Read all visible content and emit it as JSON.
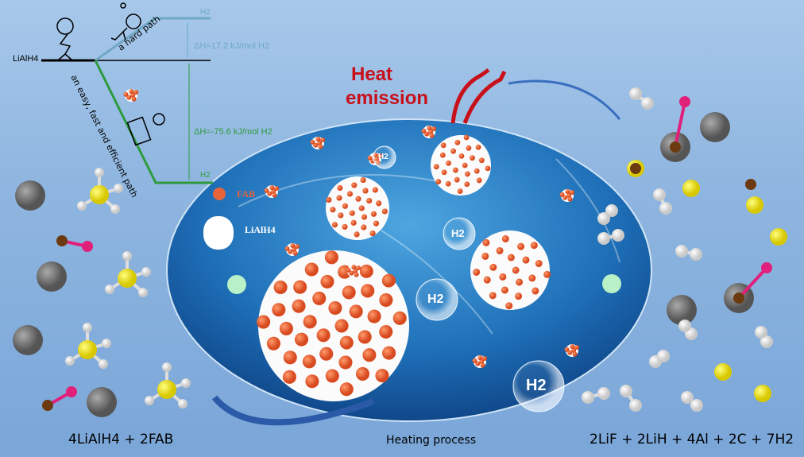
{
  "energy_diagram": {
    "reactant": "LiAlH4",
    "product_top": "H2",
    "product_bottom": "H2",
    "hard_path": "a hard path",
    "easy_path": "an easy, fast and efficient path",
    "dh_hard": "ΔH=17.2 kJ/mol H2",
    "dh_easy": "ΔH=-75.6 kJ/mol H2",
    "color_hard": "#6fa8c4",
    "color_easy": "#2e9a3e"
  },
  "heat_emission": {
    "line1": "Heat",
    "line2": "emission",
    "color": "#c8101a"
  },
  "legend": {
    "fab": "FAB",
    "lialh4": "LiAlH4",
    "fab_color": "#e8643a"
  },
  "bubbles": [
    "H2",
    "H2",
    "H2",
    "H2"
  ],
  "captions": {
    "reactants": "4LiAlH4 + 2FAB",
    "process": "Heating process",
    "products": "2LiF + 2LiH + 4Al + 2C + 7H2"
  }
}
